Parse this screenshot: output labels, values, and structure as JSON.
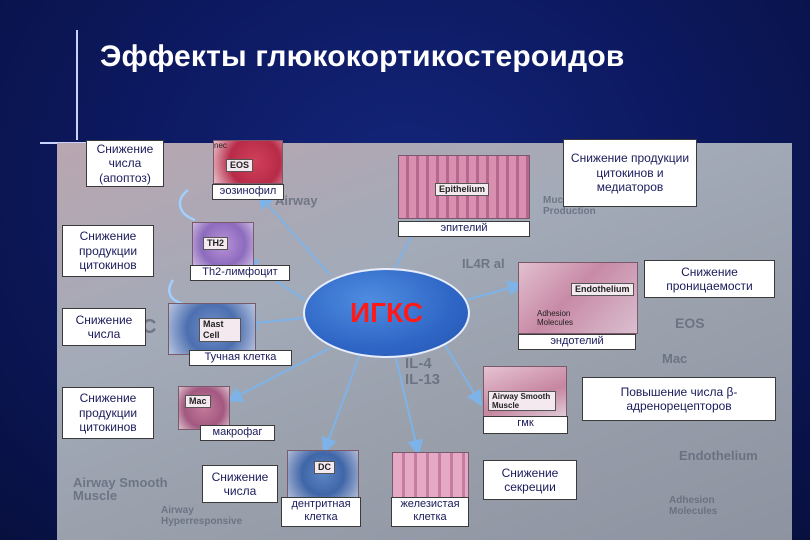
{
  "slide": {
    "title": "Эффекты глюкокортикостероидов",
    "center_label": "ИГКС"
  },
  "cells": [
    {
      "id": "eosinophil",
      "tag": "EOS",
      "label": "эозинофил"
    },
    {
      "id": "epithelium",
      "tag": "Epithelium",
      "label": "эпителий"
    },
    {
      "id": "th2",
      "tag": "TH2",
      "label": "Th2-лимфоцит"
    },
    {
      "id": "endothelium",
      "tag": "Endothelium",
      "label": "эндотелий",
      "tag2": "Adhesion Molecules"
    },
    {
      "id": "mast",
      "tag": "Mast Cell",
      "label": "Тучная клетка"
    },
    {
      "id": "macrophage",
      "tag": "Mac",
      "label": "макрофаг"
    },
    {
      "id": "smooth_muscle",
      "tag": "Airway Smooth Muscle",
      "label": "гмк"
    },
    {
      "id": "dendritic",
      "tag": "DC",
      "label": "дентритная клетка"
    },
    {
      "id": "gland",
      "tag": "",
      "label": "железистая клетка"
    }
  ],
  "effects": {
    "eos_apoptosis": "Снижение числа (апоптоз)",
    "epithelium": "Снижение продукции цитокинов и медиаторов",
    "th2": "Снижение продукции цитокинов",
    "endothelium": "Снижение проницаемости",
    "mast": "Снижение числа",
    "smooth_muscle": "Повышение числа β-адренорецепторов",
    "macrophage": "Снижение продукции цитокинов",
    "dendritic": "Снижение числа",
    "gland": "Снижение секреции"
  },
  "background_labels": {
    "airway": "Airway",
    "mucus_production": "Mucus Production",
    "il4r": "IL4R al",
    "eos_bg": "EOS",
    "mac_bg": "Mac",
    "il4": "IL-4",
    "il13": "IL-13",
    "endothelium_bg": "Endothelium",
    "airway_smooth_muscle": "Airway Smooth Muscle",
    "airway_hyper": "Airway Hyperresponsive",
    "adhesion_molecules": "Adhesion Molecules",
    "nec": "nec",
    "c_letter": "C"
  },
  "colors": {
    "background": "#0d1a63",
    "center_fill": "#2f66c6",
    "center_text": "#ff1a1a",
    "arrow": "#7db3e8"
  }
}
